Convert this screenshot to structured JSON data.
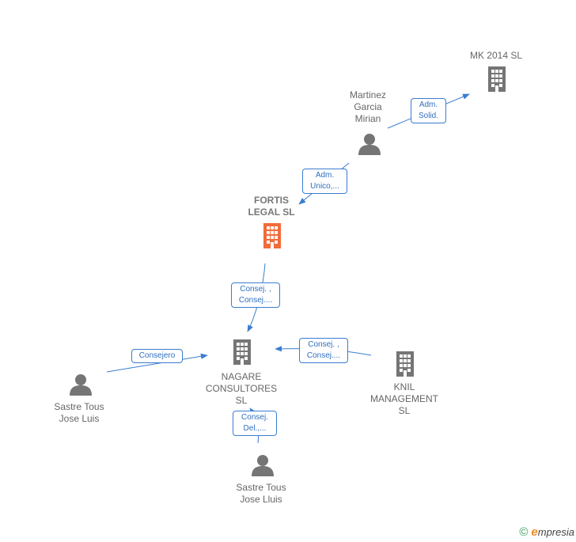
{
  "nodes": {
    "mk2014": {
      "lines": [
        "MK 2014  SL"
      ],
      "type": "company"
    },
    "martinez": {
      "lines": [
        "Martinez",
        "Garcia",
        "Mirian"
      ],
      "type": "person"
    },
    "fortis": {
      "lines": [
        "FORTIS",
        "LEGAL  SL"
      ],
      "type": "company",
      "highlight": true
    },
    "nagare": {
      "lines": [
        "NAGARE",
        "CONSULTORES",
        "SL"
      ],
      "type": "company"
    },
    "knil": {
      "lines": [
        "KNIL",
        "MANAGEMENT",
        "SL"
      ],
      "type": "company"
    },
    "sastre_luis": {
      "lines": [
        "Sastre Tous",
        "Jose Luis"
      ],
      "type": "person"
    },
    "sastre_lluis": {
      "lines": [
        "Sastre Tous",
        "Jose Lluis"
      ],
      "type": "person"
    }
  },
  "edges": {
    "martinez_mk": {
      "lines": [
        "Adm.",
        "Solid."
      ]
    },
    "martinez_fortis": {
      "lines": [
        "Adm.",
        "Unico,..."
      ]
    },
    "fortis_nagare": {
      "lines": [
        "Consej. ,",
        "Consej...."
      ]
    },
    "luis_nagare": {
      "lines": [
        "Consejero"
      ]
    },
    "knil_nagare": {
      "lines": [
        "Consej. ,",
        "Consej...."
      ]
    },
    "lluis_nagare": {
      "lines": [
        "Consej.",
        "Del.,..."
      ]
    }
  },
  "colors": {
    "edge": "#3a7dd0",
    "icon": "#757575",
    "highlight": "#f26b3a"
  },
  "footer": {
    "copyright": "©",
    "brand_e": "e",
    "brand_rest": "mpresia"
  }
}
